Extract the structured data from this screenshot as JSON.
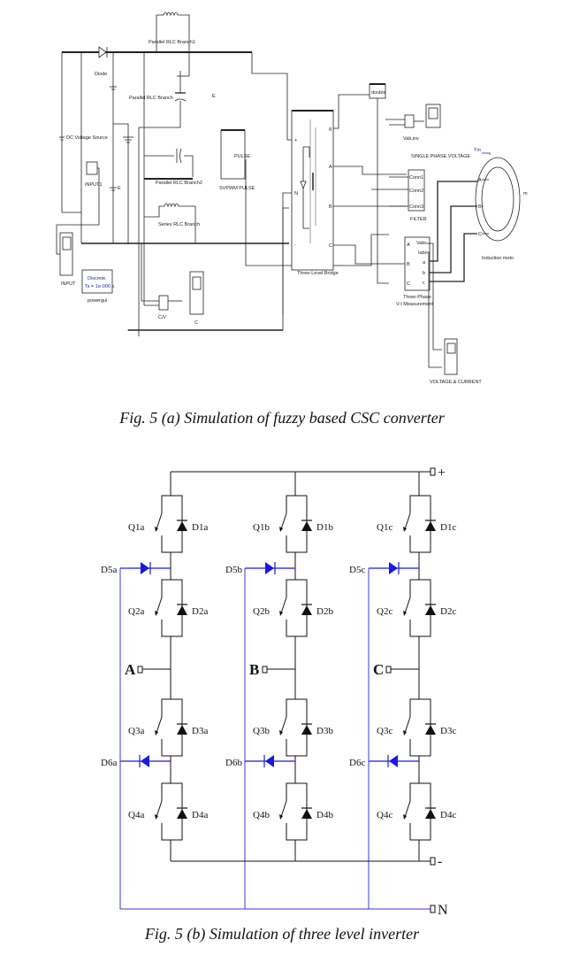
{
  "figure_a": {
    "caption": "Fig. 5 (a) Simulation of fuzzy based CSC converter",
    "blocks": {
      "diode": "Diode",
      "dc_source": "DC Voltage Source",
      "parallel_rlc_1": "Parallel RLC Branch1",
      "parallel_rlc": "Parallel RLC Branch",
      "parallel_rlc_2": "Parallel RLC Branch2",
      "series_rlc": "Series RLC Branch",
      "e_label": "E",
      "e_label_small": "E",
      "input1": "INPUT1",
      "input_scope": "INPUT",
      "powergui_line1": "Discrete,",
      "powergui_line2": "Ts = 1e-006 s.",
      "powergui": "powergui",
      "cv": "C/V",
      "c_scope": "C",
      "pulse_port": "PULSE",
      "svpwm": "SVPWM PULSE",
      "double": "double",
      "bridge": "Three-Level Bridge",
      "bridge_ports": [
        "+",
        "N",
        "-",
        "g",
        "A",
        "B",
        "C"
      ],
      "vab_inv": "Vab,inv",
      "single_phase_scope": "SINGLE PHASE VOLTAGE",
      "filter": "FILTER",
      "filter_ports": [
        "Conn1",
        "Conn2",
        "Conn3"
      ],
      "meas_line1": "Three-Phase",
      "meas_line2": "V-I Measurement",
      "meas_ports_in": [
        "A",
        "B",
        "C"
      ],
      "meas_ports_out": [
        "Vabc",
        "Iabc",
        "a",
        "b",
        "c"
      ],
      "motor": "Induction moto",
      "motor_ports": [
        "A",
        "B",
        "C"
      ],
      "tm": "Tm",
      "m_out": "m",
      "vi_scope": "VOLTAGE & CURRENT"
    }
  },
  "figure_b": {
    "caption": "Fig. 5 (b) Simulation of three level inverter",
    "rails": {
      "positive": "+",
      "negative": "-",
      "neutral": "N"
    },
    "legs": [
      {
        "terminal": "A",
        "switches": [
          "Q1a",
          "Q2a",
          "Q3a",
          "Q4a"
        ],
        "diodes": [
          "D1a",
          "D2a",
          "D3a",
          "D4a"
        ],
        "clamp": [
          "D5a",
          "D6a"
        ]
      },
      {
        "terminal": "B",
        "switches": [
          "Q1b",
          "Q2b",
          "Q3b",
          "Q4b"
        ],
        "diodes": [
          "D1b",
          "D2b",
          "D3b",
          "D4b"
        ],
        "clamp": [
          "D5b",
          "D6b"
        ]
      },
      {
        "terminal": "C",
        "switches": [
          "Q1c",
          "Q2c",
          "Q3c",
          "Q4c"
        ],
        "diodes": [
          "D1c",
          "D2c",
          "D3c",
          "D4c"
        ],
        "clamp": [
          "D5c",
          "D6c"
        ]
      }
    ],
    "colors": {
      "wire": "#111111",
      "clamp": "#1a1adf",
      "neutral_bus": "#3a3ae0"
    }
  }
}
